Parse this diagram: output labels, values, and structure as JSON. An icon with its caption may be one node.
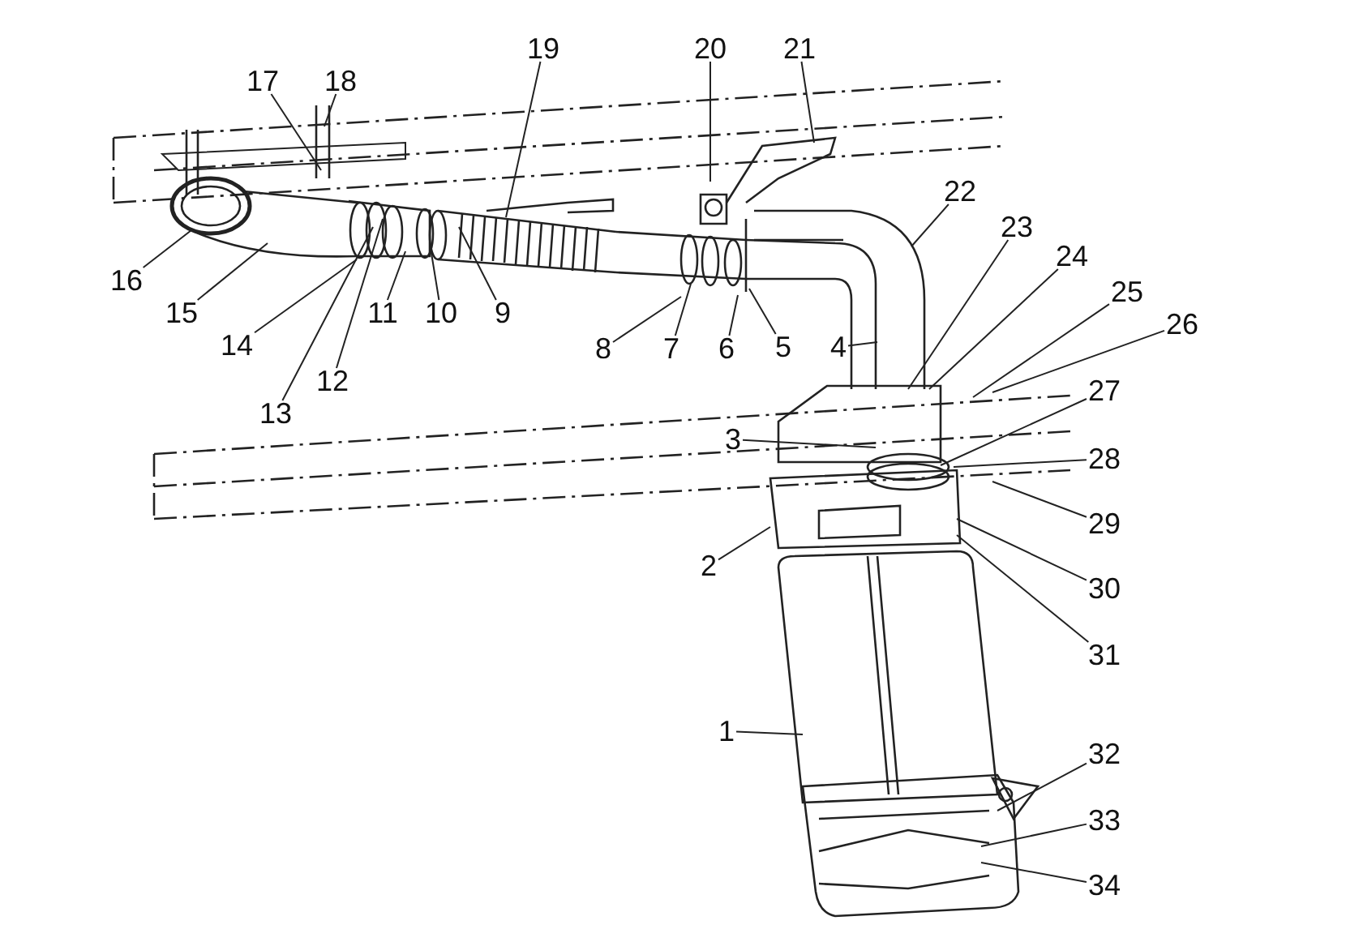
{
  "diagram": {
    "nodes": [
      {
        "text": [
          "1"
        ]
      },
      {
        "text": [
          "2"
        ]
      },
      {
        "text": [
          "3"
        ]
      },
      {
        "text": [
          "4"
        ]
      },
      {
        "text": [
          "5"
        ]
      },
      {
        "text": [
          "6"
        ]
      },
      {
        "text": [
          "7"
        ]
      },
      {
        "text": [
          "8"
        ]
      },
      {
        "text": [
          "9"
        ]
      },
      {
        "text": [
          "10"
        ]
      },
      {
        "text": [
          "11"
        ]
      },
      {
        "text": [
          "12"
        ]
      },
      {
        "text": [
          "13"
        ]
      },
      {
        "text": [
          "14"
        ]
      },
      {
        "text": [
          "15"
        ]
      },
      {
        "text": [
          "16"
        ]
      },
      {
        "text": [
          "17"
        ]
      },
      {
        "text": [
          "18"
        ]
      },
      {
        "text": [
          "19"
        ]
      },
      {
        "text": [
          "20"
        ]
      },
      {
        "text": [
          "21"
        ]
      },
      {
        "text": [
          "22"
        ]
      },
      {
        "text": [
          "23"
        ]
      },
      {
        "text": [
          "24"
        ]
      },
      {
        "text": [
          "25"
        ]
      },
      {
        "text": [
          "26"
        ]
      },
      {
        "text": [
          "27"
        ]
      },
      {
        "text": [
          "28"
        ]
      },
      {
        "text": [
          "29"
        ]
      },
      {
        "text": [
          "30"
        ]
      },
      {
        "text": [
          "31"
        ]
      },
      {
        "text": [
          "32"
        ]
      },
      {
        "text": [
          "33"
        ]
      },
      {
        "text": [
          "34"
        ]
      }
    ],
    "edges": [
      {
        "from": 0,
        "to": null,
        "arrow": "none"
      },
      {
        "from": 1,
        "to": null,
        "arrow": "none"
      },
      {
        "from": 2,
        "to": null,
        "arrow": "none"
      },
      {
        "from": 3,
        "to": null,
        "arrow": "none"
      },
      {
        "from": 4,
        "to": null,
        "arrow": "none"
      },
      {
        "from": 5,
        "to": null,
        "arrow": "none"
      },
      {
        "from": 6,
        "to": null,
        "arrow": "none"
      },
      {
        "from": 7,
        "to": null,
        "arrow": "none"
      },
      {
        "from": 8,
        "to": null,
        "arrow": "none"
      },
      {
        "from": 9,
        "to": null,
        "arrow": "none"
      },
      {
        "from": 10,
        "to": null,
        "arrow": "none"
      },
      {
        "from": 11,
        "to": null,
        "arrow": "none"
      },
      {
        "from": 12,
        "to": null,
        "arrow": "none"
      },
      {
        "from": 13,
        "to": null,
        "arrow": "none"
      },
      {
        "from": 14,
        "to": null,
        "arrow": "none"
      },
      {
        "from": 15,
        "to": null,
        "arrow": "none"
      },
      {
        "from": 16,
        "to": null,
        "arrow": "none"
      },
      {
        "from": 17,
        "to": null,
        "arrow": "none"
      },
      {
        "from": 18,
        "to": null,
        "arrow": "none"
      },
      {
        "from": 19,
        "to": null,
        "arrow": "none"
      },
      {
        "from": 20,
        "to": null,
        "arrow": "none"
      },
      {
        "from": 21,
        "to": null,
        "arrow": "none"
      },
      {
        "from": 22,
        "to": null,
        "arrow": "none"
      },
      {
        "from": 23,
        "to": null,
        "arrow": "none"
      },
      {
        "from": 24,
        "to": null,
        "arrow": "none"
      },
      {
        "from": 25,
        "to": null,
        "arrow": "none"
      },
      {
        "from": 26,
        "to": null,
        "arrow": "none"
      },
      {
        "from": 27,
        "to": null,
        "arrow": "none"
      },
      {
        "from": 28,
        "to": null,
        "arrow": "none"
      },
      {
        "from": 29,
        "to": null,
        "arrow": "none"
      },
      {
        "from": 30,
        "to": null,
        "arrow": "none"
      },
      {
        "from": 31,
        "to": null,
        "arrow": "none"
      },
      {
        "from": 32,
        "to": null,
        "arrow": "none"
      },
      {
        "from": 33,
        "to": null,
        "arrow": "none"
      }
    ]
  }
}
